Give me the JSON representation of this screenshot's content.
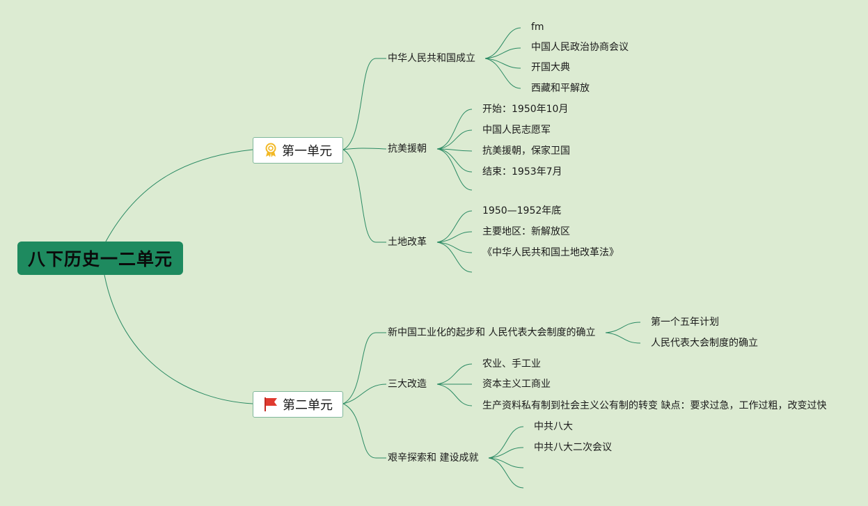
{
  "root": {
    "label": "八下历史一二单元"
  },
  "unit1": {
    "label": "第一单元",
    "icon": "award-medal-icon",
    "topics": [
      {
        "label": "中华人民共和国成立",
        "items": [
          "fm",
          "中国人民政治协商会议",
          "开国大典",
          "西藏和平解放"
        ]
      },
      {
        "label": "抗美援朝",
        "items": [
          "开始：1950年10月",
          "中国人民志愿军",
          "抗美援朝，保家卫国",
          "结束：1953年7月",
          ""
        ]
      },
      {
        "label": "土地改革",
        "items": [
          "1950—1952年底",
          "主要地区：新解放区",
          "《中华人民共和国土地改革法》",
          ""
        ]
      }
    ]
  },
  "unit2": {
    "label": "第二单元",
    "icon": "red-flag-icon",
    "topics": [
      {
        "label": "新中国工业化的起步和 人民代表大会制度的确立",
        "items": [
          "第一个五年计划",
          "人民代表大会制度的确立"
        ]
      },
      {
        "label": "三大改造",
        "items": [
          "农业、手工业",
          "资本主义工商业",
          "生产资料私有制到社会主义公有制的转变 缺点：要求过急，工作过粗，改变过快"
        ]
      },
      {
        "label": "艰辛探索和 建设成就",
        "items": [
          "中共八大",
          "中共八大二次会议",
          "",
          ""
        ]
      }
    ]
  },
  "colors": {
    "background": "#dcebd2",
    "root": "#1e8a5f",
    "line": "#2a8a63",
    "flag": "#e03a2f",
    "medal": "#f2b825"
  }
}
